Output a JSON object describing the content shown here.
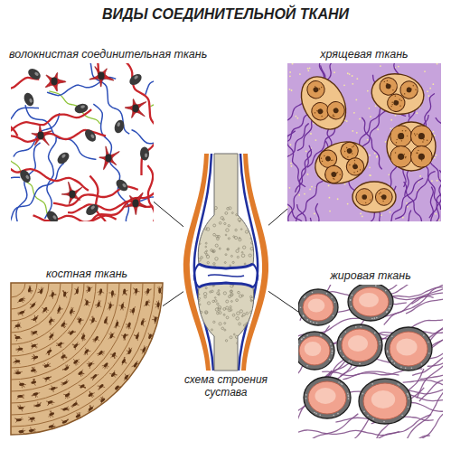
{
  "diagram": {
    "title": "ВИДЫ СОЕДИНИТЕЛЬНОЙ ТКАНИ",
    "nodes": [
      {
        "text": [
          "волокнистая соединительная ткань"
        ]
      },
      {
        "text": [
          "хрящевая ткань"
        ]
      },
      {
        "text": [
          "схема строения сустава"
        ]
      },
      {
        "text": [
          "костная ткань"
        ]
      },
      {
        "text": [
          "жировая ткань"
        ]
      }
    ],
    "edges": [
      {
        "from": 0,
        "to": 2,
        "arrow": "none"
      },
      {
        "from": 1,
        "to": 2,
        "arrow": "none"
      },
      {
        "from": 3,
        "to": 2,
        "arrow": "none"
      },
      {
        "from": 4,
        "to": 2,
        "arrow": "none"
      }
    ]
  }
}
